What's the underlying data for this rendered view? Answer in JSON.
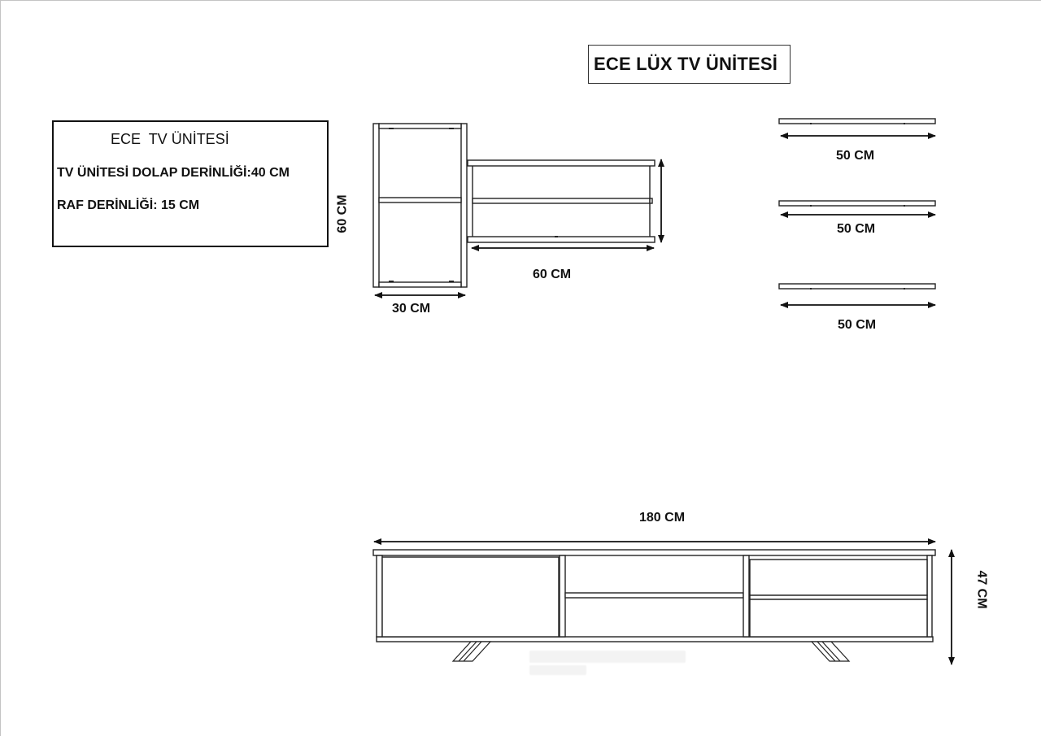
{
  "document": {
    "title": "ECE LÜX TV ÜNİTESİ"
  },
  "info_box": {
    "title": "ECE  TV ÜNİTESİ",
    "cabinet_depth_line": "TV ÜNİTESİ DOLAP DERİNLİĞİ:40 CM",
    "shelf_depth_line": "RAF DERİNLİĞİ: 15 CM"
  },
  "wall_unit": {
    "tall_cabinet": {
      "height_label": "60 CM",
      "width_label": "30 CM"
    },
    "horizontal_cabinet": {
      "width_label": "60 CM"
    }
  },
  "wall_shelves": [
    {
      "width_label": "50 CM"
    },
    {
      "width_label": "50 CM"
    },
    {
      "width_label": "50 CM"
    }
  ],
  "tv_stand": {
    "width_label": "180 CM",
    "height_label": "47 CM"
  },
  "colors": {
    "line": "#222222",
    "fill": "#ffffff",
    "border": "#c4c4c4"
  }
}
